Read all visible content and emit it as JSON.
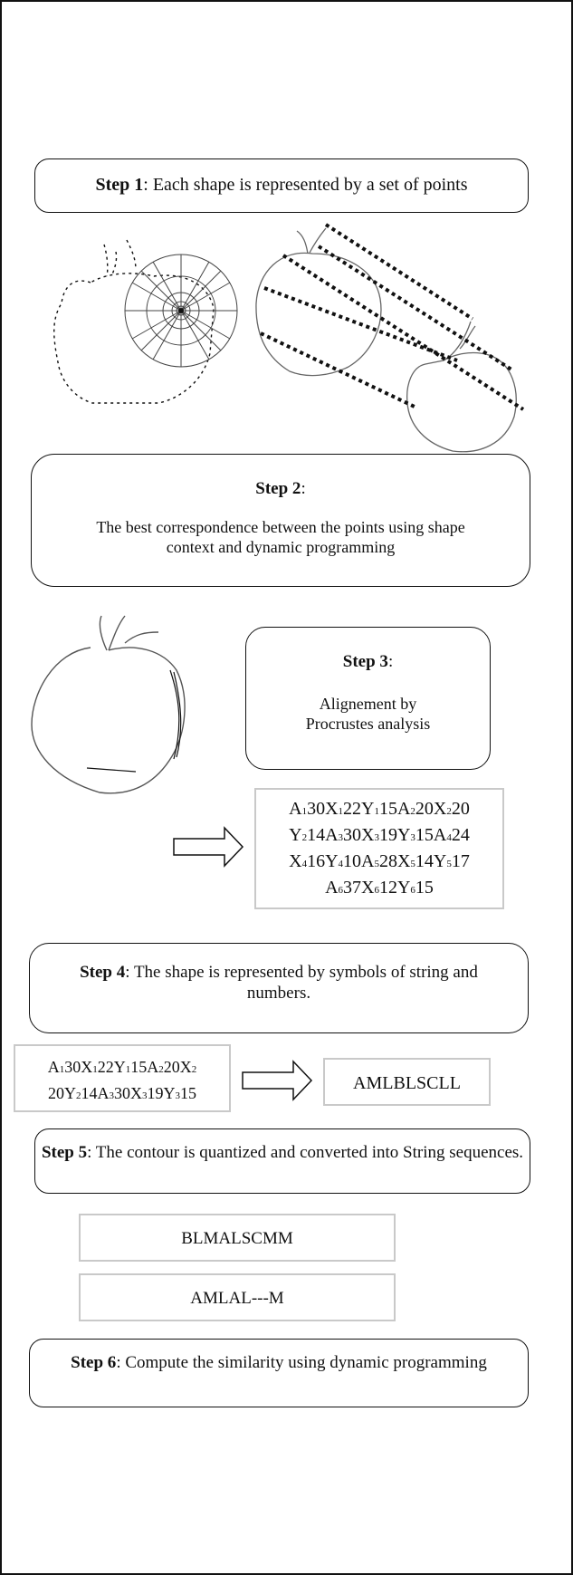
{
  "step1": {
    "label": "Step 1",
    "text": ": Each shape is represented by a set of points"
  },
  "step2": {
    "label": "Step 2",
    "colon": ":",
    "text": "The best correspondence between the points using shape context and dynamic programming"
  },
  "step3": {
    "label": "Step 3",
    "colon": ":",
    "text_line1": "Alignement by",
    "text_line2": "Procrustes analysis"
  },
  "code_block": {
    "lines": [
      [
        "A",
        "1",
        "30X",
        "1",
        "22Y",
        "1",
        "15A",
        "2",
        "20X",
        "2",
        "20"
      ],
      [
        "Y",
        "2",
        "14A",
        "3",
        "30X",
        "3",
        "19Y",
        "3",
        "15A",
        "4",
        "24"
      ],
      [
        "X",
        "4",
        "16Y",
        "4",
        "10A",
        "5",
        "28X",
        "5",
        "14Y",
        "5",
        "17"
      ],
      [
        "A",
        "6",
        "37X",
        "6",
        "12Y",
        "6",
        "15"
      ]
    ]
  },
  "step4": {
    "label": "Step 4",
    "text": ": The shape is represented by symbols of string and numbers."
  },
  "code_small": {
    "lines": [
      [
        "A",
        "1",
        "30X",
        "1",
        "22Y",
        "1",
        "15A",
        "2",
        "20X",
        "2"
      ],
      [
        "20Y",
        "2",
        "14A",
        "3",
        "30X",
        "3",
        "19Y",
        "3",
        "15"
      ]
    ]
  },
  "string_result": "AMLBLSCLL",
  "step5": {
    "label": "Step 5",
    "text": ": The contour is quantized and converted into String sequences."
  },
  "sequence_1": "BLMALSCMM",
  "sequence_2": "AMLAL---M",
  "step6": {
    "label": "Step 6",
    "text": ": Compute the similarity using dynamic programming"
  }
}
